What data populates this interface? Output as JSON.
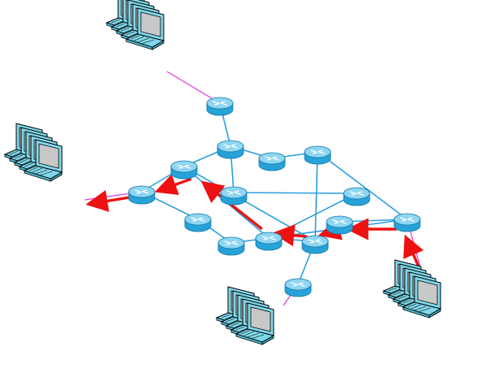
{
  "diagram": {
    "colors": {
      "background": "#ffffff",
      "link": "#2a9fe0",
      "host_link": "#e040e0",
      "route_arrow": "#ee1111",
      "router_top": "#8fd6f2",
      "router_side": "#26a2d8",
      "router_edge": "#1478a8",
      "laptop_body": "#7fd8ea",
      "laptop_screen": "#c8c8c8",
      "laptop_outline": "#000000"
    },
    "routers": [
      {
        "id": "r_top"
      },
      {
        "id": "r_hub"
      },
      {
        "id": "r_nw"
      },
      {
        "id": "r_mid1"
      },
      {
        "id": "r_ne"
      },
      {
        "id": "r_west"
      },
      {
        "id": "r_center"
      },
      {
        "id": "r_east1"
      },
      {
        "id": "r_sw1"
      },
      {
        "id": "r_sw2"
      },
      {
        "id": "r_s1"
      },
      {
        "id": "r_s2"
      },
      {
        "id": "r_e2"
      },
      {
        "id": "r_far_east"
      },
      {
        "id": "r_south"
      }
    ],
    "links": [
      [
        "r_top",
        "r_hub"
      ],
      [
        "r_hub",
        "r_nw"
      ],
      [
        "r_hub",
        "r_mid1"
      ],
      [
        "r_hub",
        "r_ne"
      ],
      [
        "r_ne",
        "r_east1"
      ],
      [
        "r_nw",
        "r_west"
      ],
      [
        "r_nw",
        "r_s1"
      ],
      [
        "r_nw",
        "r_s2"
      ],
      [
        "r_west",
        "r_sw1"
      ],
      [
        "r_sw1",
        "r_sw2"
      ],
      [
        "r_sw2",
        "r_s1"
      ],
      [
        "r_s1",
        "r_s2"
      ],
      [
        "r_s1",
        "r_center"
      ],
      [
        "r_s2",
        "r_e2"
      ],
      [
        "r_e2",
        "r_far_east"
      ],
      [
        "r_east1",
        "r_far_east"
      ],
      [
        "r_east1",
        "r_s2"
      ],
      [
        "r_s1",
        "r_far_east"
      ],
      [
        "r_s2",
        "r_south"
      ],
      [
        "r_center",
        "r_mid1"
      ]
    ],
    "host_links": [
      [
        "host_north",
        "r_top"
      ],
      [
        "host_west",
        "r_west"
      ],
      [
        "host_south",
        "r_south"
      ],
      [
        "host_east",
        "r_far_east"
      ]
    ],
    "hosts": [
      {
        "id": "host_north"
      },
      {
        "id": "host_west"
      },
      {
        "id": "host_south"
      },
      {
        "id": "host_east"
      }
    ],
    "route_path": [
      "host_east",
      "r_far_east",
      "r_e2",
      "r_s2",
      "r_s1",
      "r_nw",
      "r_west",
      "host_west"
    ]
  }
}
